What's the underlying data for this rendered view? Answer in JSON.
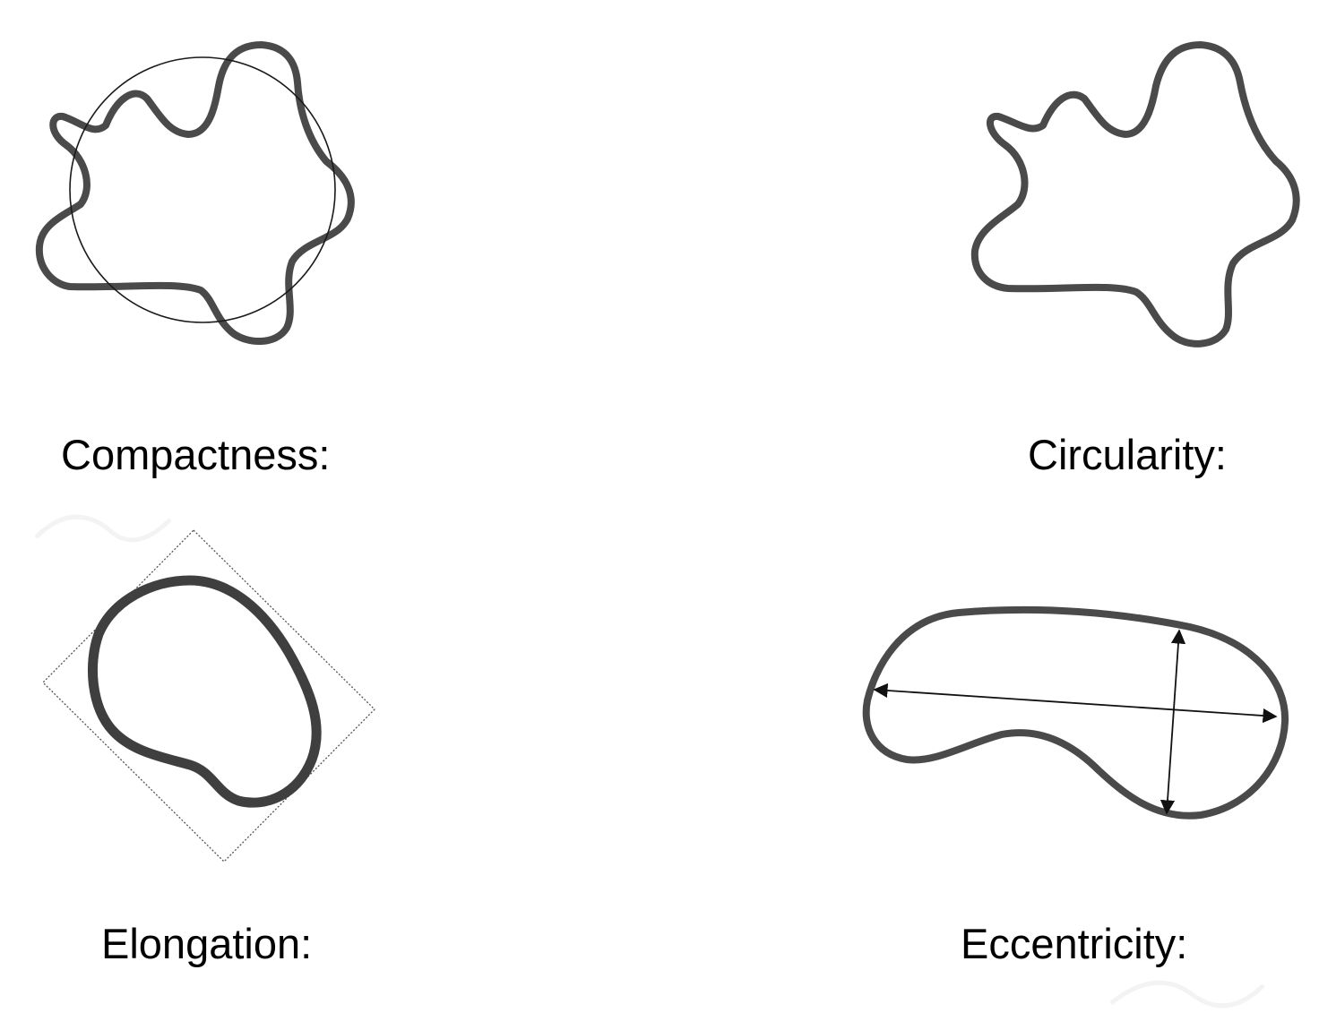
{
  "panels": [
    {
      "label": "Compactness:"
    },
    {
      "label": "Circularity:"
    },
    {
      "label": "Elongation:"
    },
    {
      "label": "Eccentricity:"
    }
  ],
  "colors": {
    "outline": "#4a4a4a",
    "reference": "#1a1a1a",
    "background": "#ffffff"
  }
}
